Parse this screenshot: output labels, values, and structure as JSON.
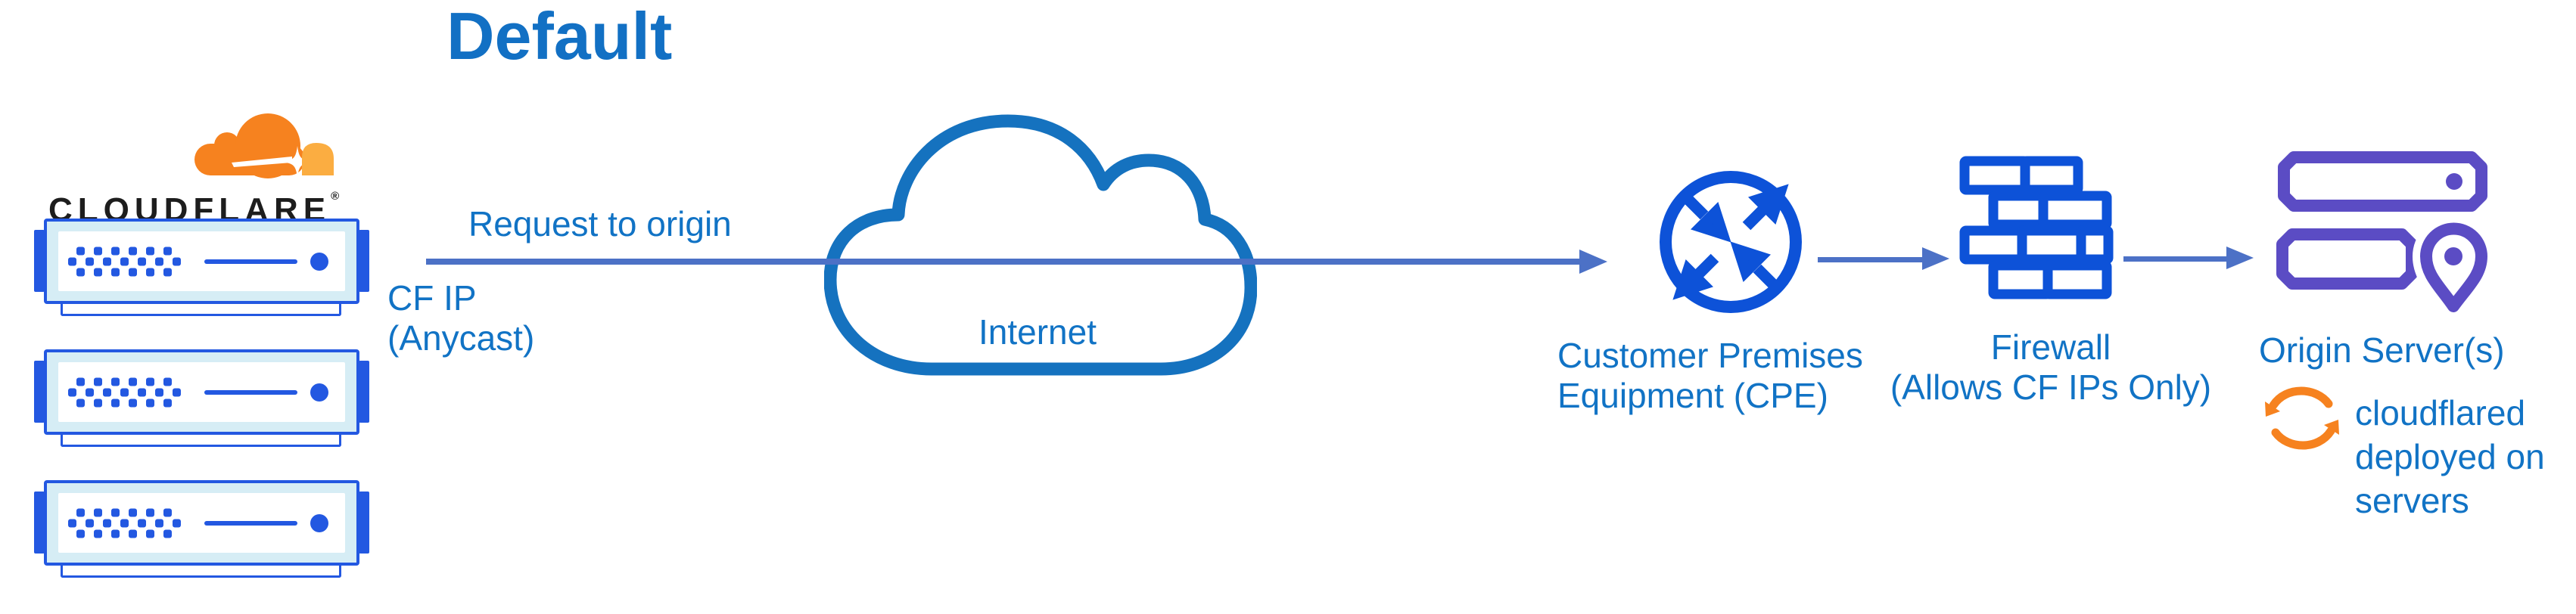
{
  "title": "Default",
  "logo": {
    "wordmark": "CLOUDFLARE",
    "registered": "®"
  },
  "flow": {
    "request_label": "Request to origin",
    "cf_ip_label": "CF IP\n(Anycast)",
    "internet_label": "Internet",
    "cpe_label": "Customer Premises\nEquipment (CPE)",
    "firewall_label": "Firewall\n(Allows CF IPs Only)",
    "origin_label": "Origin Server(s)",
    "cloudflared_label": "cloudflared\ndeployed on\nservers"
  },
  "icons": {
    "cloudflare-logo-cloud": "orange cloud with white flare",
    "edge-server-stack": "three blue rack servers",
    "internet-cloud": "blue outlined cloud",
    "cpe-icon": "circle with four crossing arrows",
    "firewall-icon": "blue brick wall",
    "origin-servers-icon": "purple rack servers with location pin",
    "cloudflared-sync-icon": "orange circular refresh arrows"
  },
  "colors": {
    "text_blue": "#1173c5",
    "title_blue": "#1270c4",
    "arrow_slate": "#4c71c6",
    "server_blue": "#2358e1",
    "server_cyan": "#d6edf5",
    "device_blue": "#0d52d8",
    "cloud_stroke": "#1572bf",
    "origin_purple": "#5b4cc4",
    "cf_orange": "#f6821f",
    "cf_orange_light": "#fbad41",
    "wordmark_dark": "#1d1d1d"
  },
  "servers": {
    "count": 3,
    "dot_rows": [
      6,
      7,
      6
    ]
  }
}
